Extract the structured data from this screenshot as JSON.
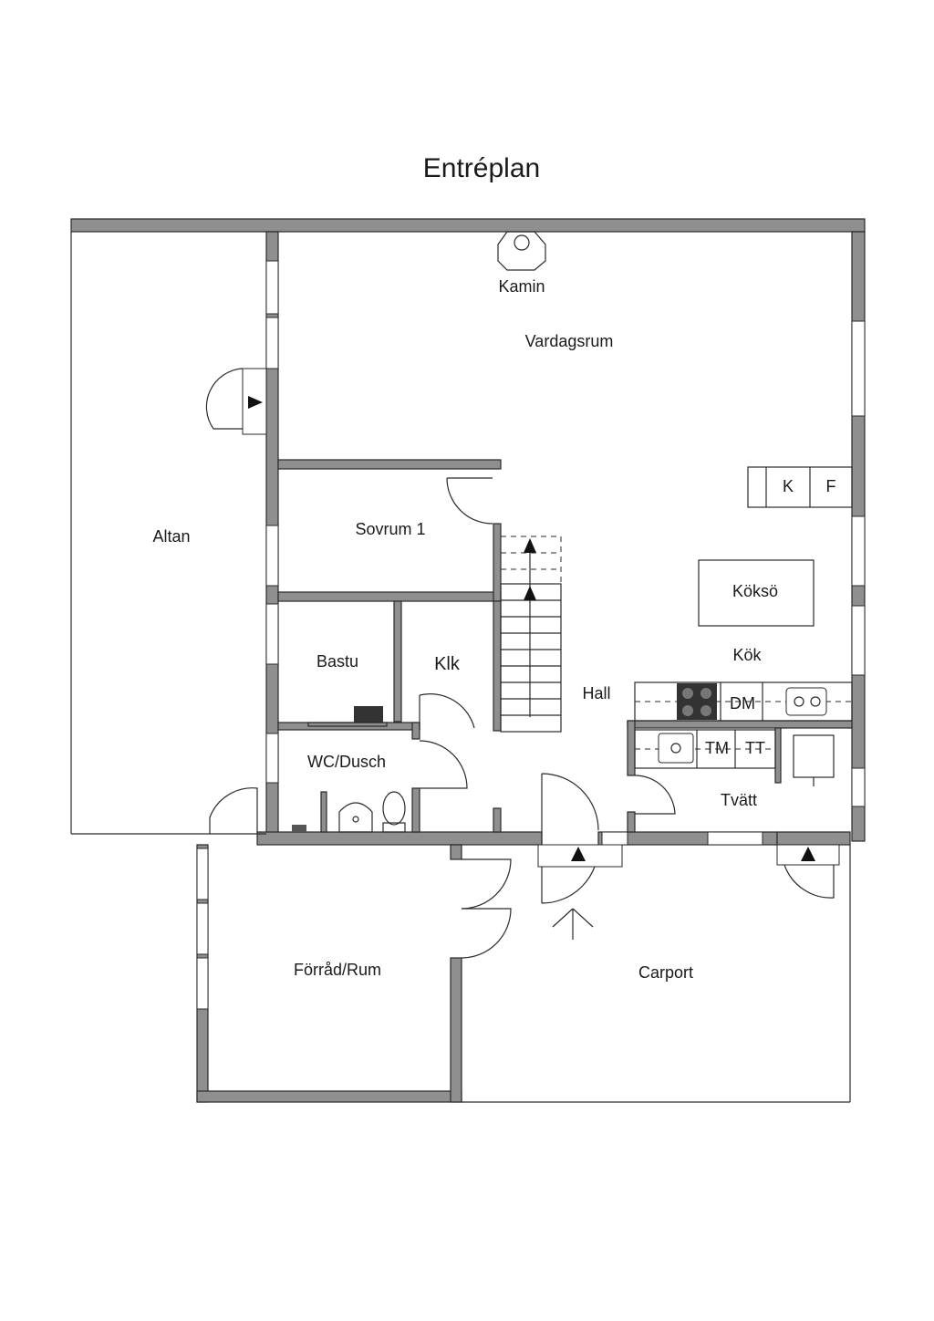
{
  "title": "Entréplan",
  "rooms": {
    "kamin": "Kamin",
    "vardagsrum": "Vardagsrum",
    "altan": "Altan",
    "sovrum1": "Sovrum 1",
    "bastu": "Bastu",
    "klk": "Klk",
    "hall": "Hall",
    "wc_dusch": "WC/Dusch",
    "kok": "Kök",
    "koksoe": "Köksö",
    "tvatt": "Tvätt",
    "forrad_rum": "Förråd/Rum",
    "carport": "Carport"
  },
  "fixtures": {
    "k": "K",
    "f": "F",
    "dm": "DM",
    "tm": "TM",
    "tt": "TT"
  },
  "colors": {
    "wall_fill": "#8f8f8f",
    "line": "#2a2a2a",
    "background": "#ffffff"
  }
}
